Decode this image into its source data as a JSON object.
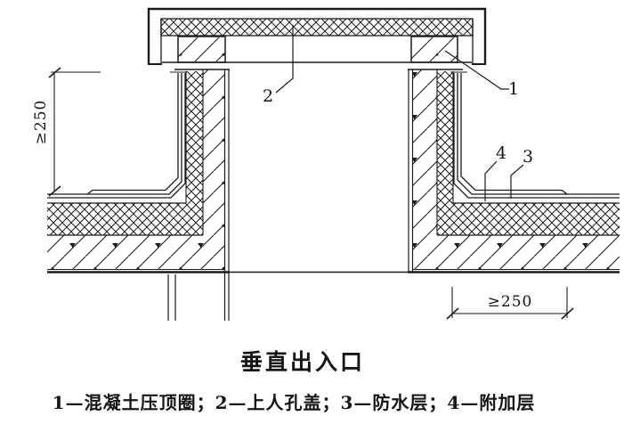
{
  "drawing": {
    "title": "垂直出入口",
    "legend_text": "1—混凝土压顶圈；2—上人孔盖；3—防水层；4—附加层",
    "legend_items": [
      {
        "number": "1",
        "label": "混凝土压顶圈"
      },
      {
        "number": "2",
        "label": "上人孔盖"
      },
      {
        "number": "3",
        "label": "防水层"
      },
      {
        "number": "4",
        "label": "附加层"
      }
    ],
    "dimensions": {
      "wall_upstand": "≥250",
      "membrane_extension": "≥250"
    },
    "callouts": {
      "c1": "1",
      "c2": "2",
      "c3": "3",
      "c4": "4"
    },
    "colors": {
      "line": "#1b1b1b",
      "background": "#ffffff"
    }
  }
}
